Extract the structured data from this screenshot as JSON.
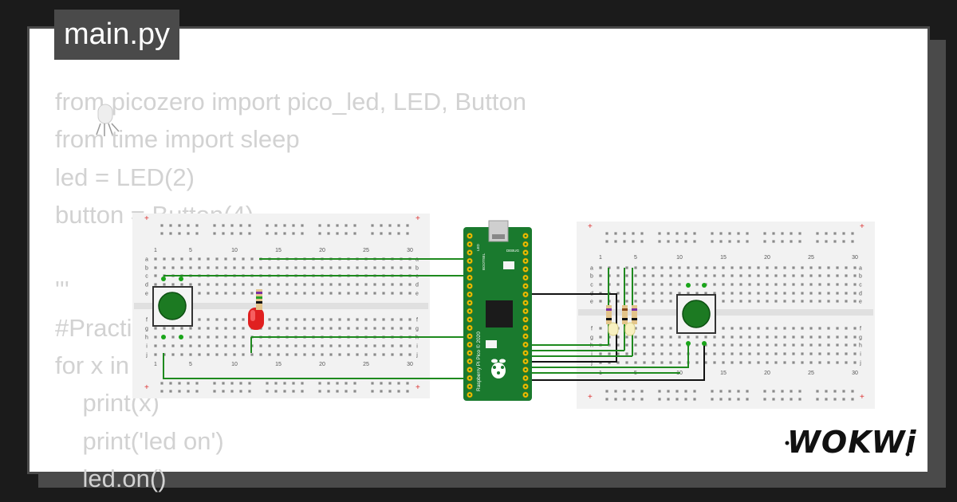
{
  "file_tab": {
    "label": "main.py"
  },
  "code_lines": [
    "from picozero import pico_led, LED, Button",
    "from time import sleep",
    "led = LED(2)",
    "button = Button(4)",
    "",
    "'''",
    "#Practice",
    "for x in range(5):",
    "    print(x)",
    "    print('led on')",
    "    led.on()"
  ],
  "breadboard": {
    "column_labels": [
      "1",
      "5",
      "10",
      "15",
      "20",
      "25",
      "30"
    ],
    "row_labels_top": [
      "a",
      "b",
      "c",
      "d",
      "e"
    ],
    "row_labels_bottom": [
      "f",
      "g",
      "h",
      "i",
      "j"
    ]
  },
  "pico": {
    "brand_text": "Raspberry Pi Pico © 2020",
    "led_label": "LED",
    "bootsel_label": "BOOTSEL",
    "debug_label": "DEBUG"
  },
  "brand": {
    "logo_text": "WOKWi"
  },
  "colors": {
    "background": "#1b1b1b",
    "card": "#ffffff",
    "frame": "#4a4a4a",
    "code_text": "#d2d2d2",
    "wire_green": "#1e8a1e",
    "wire_black": "#111111",
    "pico_board": "#1a7a2e",
    "button_cap": "#1c7a22",
    "led_red": "#e02020"
  }
}
